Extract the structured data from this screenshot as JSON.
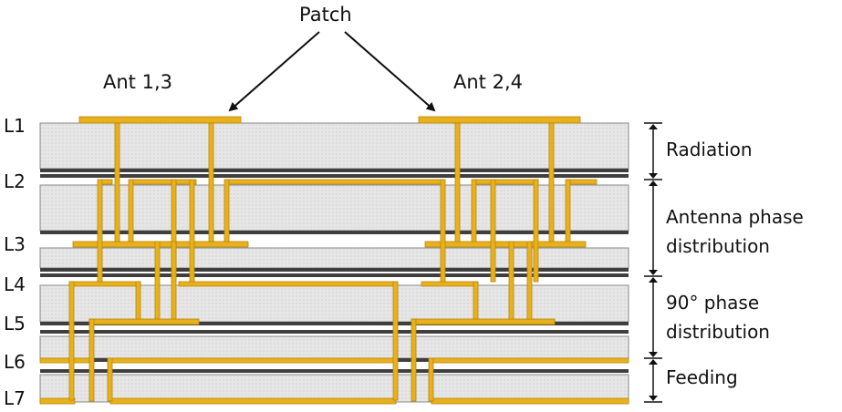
{
  "labels": {
    "patch": "Patch",
    "ant_left": "Ant 1,3",
    "ant_right": "Ant 2,4"
  },
  "layers": [
    "L1",
    "L2",
    "L3",
    "L4",
    "L5",
    "L6",
    "L7"
  ],
  "groups": {
    "radiation": "Radiation",
    "antenna_phase_1": "Antenna phase",
    "antenna_phase_2": "distribution",
    "ninety_phase_1": "90° phase",
    "ninety_phase_2": "distribution",
    "feeding": "Feeding"
  },
  "colors": {
    "trace": "#e8b11c",
    "substrate": "#e4e4e4",
    "ground": "#3f3f3f",
    "text": "#111111"
  }
}
